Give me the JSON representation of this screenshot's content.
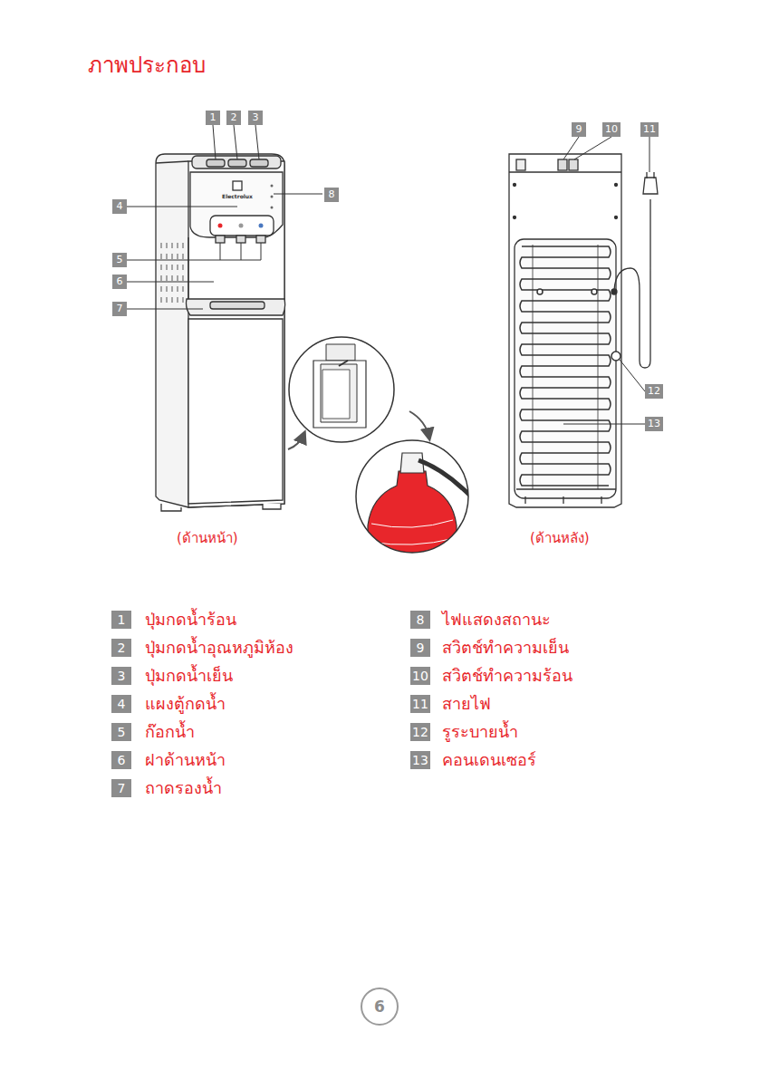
{
  "diagram": {
    "title": "ภาพประกอบ",
    "nodes": [
      {
        "text": [
          "6"
        ]
      }
    ],
    "labels": [
      "1",
      "2",
      "3",
      "4",
      "5",
      "6",
      "7",
      "8",
      "9",
      "10",
      "11",
      "12",
      "13",
      "Electrolux",
      "(ด้านหน้า)",
      "(ด้านหลัง)",
      "1",
      "ปุ่มกดน้ำร้อน",
      "8",
      "ไฟแสดงสถานะ",
      "2",
      "ปุ่มกดน้ำอุณหภูมิห้อง",
      "9",
      "สวิตช์ทำความเย็น",
      "3",
      "ปุ่มกดน้ำเย็น",
      "10",
      "สวิตช์ทำความร้อน",
      "4",
      "แผงตู้กดน้ำ",
      "11",
      "สายไฟ",
      "5",
      "ก๊อกน้ำ",
      "12",
      "รูระบายน้ำ",
      "6",
      "ฝาด้านหน้า",
      "13",
      "คอนเดนเซอร์",
      "7",
      "ถาดรองน้ำ"
    ]
  }
}
